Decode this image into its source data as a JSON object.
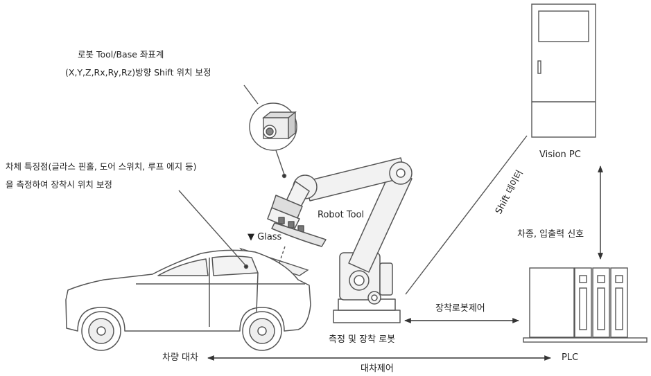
{
  "annotations": {
    "tool_base_title": "로봇 Tool/Base 좌표계",
    "tool_base_detail": "(X,Y,Z,Rx,Ry,Rz)방향 Shift 위치 보정",
    "feature_line1": "차체 특징점(글라스 핀홀, 도어 스위치, 루프 에지 등)",
    "feature_line2": "을 측정하여 장착시 위치 보정"
  },
  "components": {
    "robot_tool": "Robot Tool",
    "glass": "▼ Glass",
    "vision_pc": "Vision PC",
    "plc": "PLC",
    "robot": "측정 및 장착 로봇",
    "vehicle": "차량 대차"
  },
  "signals": {
    "shift_data": "Shift 데이터",
    "vehicle_io": "차종, 입출력 신호",
    "mount_robot_control": "장착로봇제어",
    "carriage_control": "대차제어"
  }
}
